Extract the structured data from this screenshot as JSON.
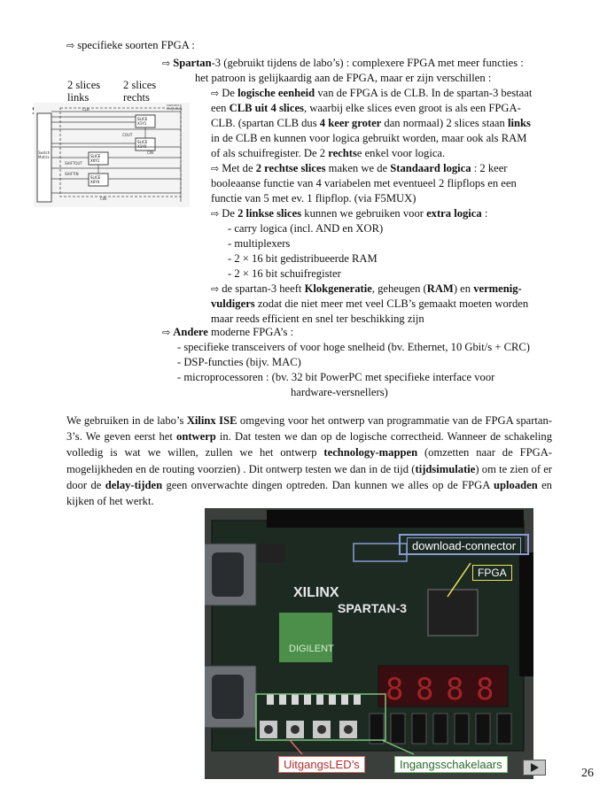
{
  "lines": {
    "l1": "specifieke soorten FPGA :",
    "l2_b": "Spartan",
    "l2": "-3 (gebruikt tijdens de labo’s) : complexere FPGA met meer functies :",
    "l3": "het patroon is gelijkaardig aan de FPGA, maar er zijn verschillen :",
    "l4a": "De ",
    "l4_b": "logische eenheid",
    "l4c": " van de FPGA is de CLB. In de spartan-3 bestaat",
    "l5a": "een ",
    "l5_b": "CLB uit 4 slices",
    "l5c": ", waarbij elke slices even groot is als een FPGA-",
    "l6a": "CLB. (spartan CLB dus ",
    "l6_b": "4 keer groter",
    "l6c": " dan normaal) 2 slices staan ",
    "l6_b2": "links",
    "l7": "in de CLB en kunnen voor logica gebruikt worden, maar ook als RAM",
    "l8a": "of als schuifregister. De 2 ",
    "l8_b": "rechts",
    "l8c": "e enkel voor logica.",
    "l9a": "Met de ",
    "l9_b": "2 rechtse slices",
    "l9c": " maken we de ",
    "l9_b2": "Standaard logica",
    "l9d": " : 2 keer",
    "l10": "booleaanse functie van 4 variabelen met eventueel 2 flipflops en een",
    "l11": "functie van 5 met ev. 1 flipflop. (via F5MUX)",
    "l12a": "De ",
    "l12_b": "2 linkse slices",
    "l12c": " kunnen we gebruiken voor ",
    "l12_b2": "extra logica",
    "l12d": " :",
    "l13": "- carry logica (incl. AND en XOR)",
    "l14": "- multiplexers",
    "l15": "- 2 × 16 bit gedistribueerde RAM",
    "l16": "- 2 × 16 bit schuifregister",
    "l17a": "de spartan-3 heeft ",
    "l17_b": "Klokgeneratie",
    "l17c": ", geheugen (",
    "l17_b2": "RAM",
    "l17d": ") en ",
    "l17_b3": "vermenig-",
    "l18a": "",
    "l18_b": "vuldigers",
    "l18c": " zodat die niet meer met veel CLB’s gemaakt moeten worden",
    "l19": "maar reeds efficient en snel ter beschikking zijn",
    "l20_b": "Andere",
    "l20": " moderne FPGA’s :",
    "l21": "- specifieke transceivers of voor hoge snelheid (bv. Ethernet, 10 Gbit/s + CRC)",
    "l22": "- DSP-functies (bijv. MAC)",
    "l23": "- microprocessoren : (bv. 32 bit PowerPC met specifieke interface voor",
    "l24": "hardware-versnellers)"
  },
  "paragraph": {
    "p1": "We gebruiken in de labo’s ",
    "p1_b": "Xilinx ISE",
    "p2": " omgeving voor het ontwerp van programmatie van de FPGA spartan-3’s. We geven eerst het ",
    "p2_b": "ontwerp",
    "p3": " in. Dat testen we dan op de logische correctheid. Wanneer de schakeling volledig is wat we willen, zullen we het ontwerp ",
    "p3_b": "technology-mappen",
    "p4": " (omzetten naar de FPGA-mogelijkheden en de routing voorzien) . Dit ontwerp testen we dan in de tijd (",
    "p4_b": "tijdsimulatie",
    "p5": ") om te zien of er door de ",
    "p5_b": "delay-tijden",
    "p6": " geen onverwachte dingen optreden. Dan kunnen we alles op de FPGA ",
    "p6_b": "uploaden",
    "p7": " en kijken of het werkt."
  },
  "diagram": {
    "label_left": "2 slices\nlinks",
    "label_right": "2 slices\nrechts",
    "label_sm": "SM",
    "slices": [
      "SLICE X1Y1",
      "SLICE X1Y0",
      "SLICE X0Y1",
      "SLICE X0Y0"
    ],
    "small_labels": [
      "CLB",
      "COUT",
      "CIN",
      "SHIFTIN",
      "SHIFTOUT",
      "CIN",
      "Switch Matrix",
      "connect neighbors"
    ]
  },
  "photo": {
    "callout_download": "download-connector",
    "callout_fpga": "FPGA",
    "callout_leds": "UitgangsLED’s",
    "callout_switches": "Ingangsschakelaars",
    "board_brand": "XILINX",
    "board_name": "SPARTAN-3",
    "board_maker": "DIGILENT",
    "display": [
      "8",
      "8",
      "8",
      "8"
    ]
  },
  "page_number": "26",
  "colors": {
    "callout_blue": "#8c9bd6",
    "callout_red": "#e06a6a",
    "callout_green": "#7ec27e",
    "board": "#1c2a22"
  }
}
